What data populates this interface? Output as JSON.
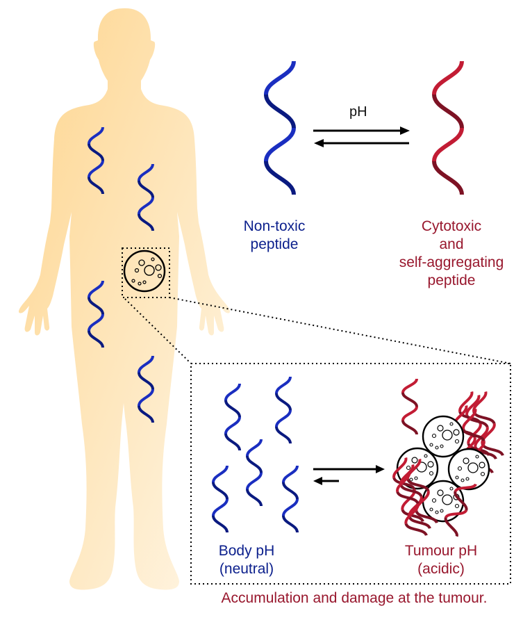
{
  "colors": {
    "non_toxic": "#0b1f8c",
    "cytotoxic": "#98172d",
    "helix_blue_light": "#1a2ec0",
    "helix_blue_dark": "#0a1a80",
    "helix_red_light": "#c21c34",
    "helix_red_dark": "#7d1224",
    "skin_light": "#fff3dc",
    "skin_dark": "#fdd996",
    "line": "#000000"
  },
  "top": {
    "equilibrium_label": "pH",
    "left_label_lines": [
      "Non-toxic",
      "peptide"
    ],
    "right_label_lines": [
      "Cytotoxic",
      "and",
      "self-aggregating",
      "peptide"
    ]
  },
  "inset": {
    "left_label_lines": [
      "Body pH",
      "(neutral)"
    ],
    "right_label_lines": [
      "Tumour pH",
      "(acidic)"
    ]
  },
  "caption": "Accumulation and damage at the tumour."
}
